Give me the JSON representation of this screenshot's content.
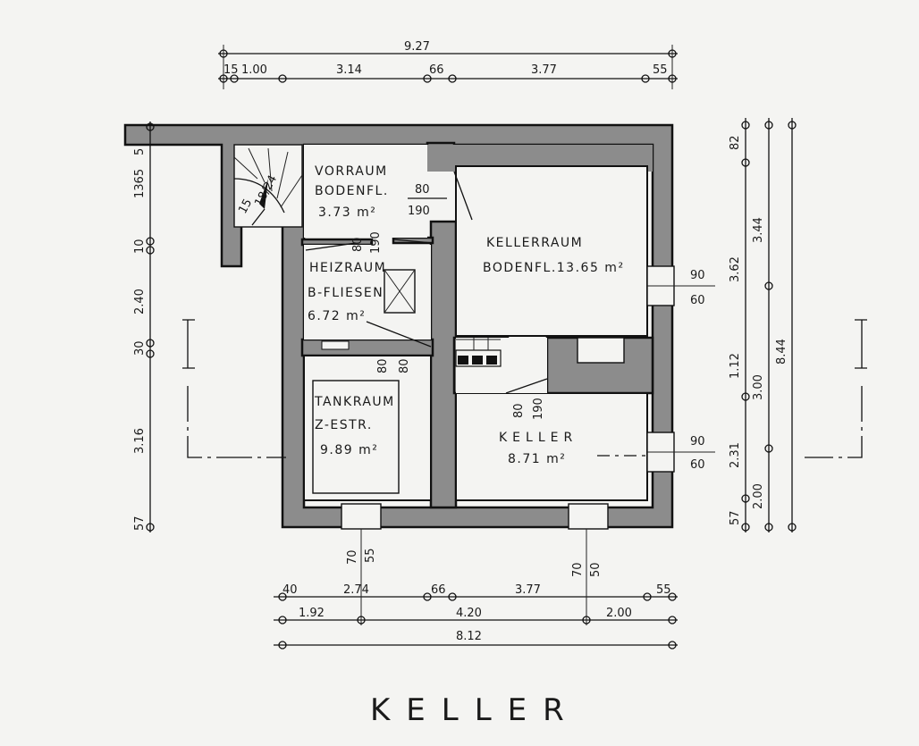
{
  "drawing": {
    "title": "KELLER",
    "rooms": {
      "vorraum": {
        "name": "VORRAUM",
        "floor": "BODENFL.",
        "area": "3.73 m²"
      },
      "kellerraum": {
        "name": "KELLERRAUM",
        "floor_area": "BODENFL.13.65 m²"
      },
      "heizraum": {
        "name": "HEIZRAUM",
        "floor": "B-FLIESEN",
        "area": "6.72 m²"
      },
      "tankraum": {
        "name": "TANKRAUM",
        "floor": "Z-ESTR.",
        "area": "9.89 m²"
      },
      "keller": {
        "name": "KELLER",
        "area": "8.71 m²"
      }
    },
    "stair": {
      "l1": "15",
      "l2": "18/24"
    },
    "door_marks": {
      "vorraum_width": "80",
      "vorraum_height": "190",
      "heiz_width": "80",
      "heiz_height": "190",
      "tank_width1": "80",
      "tank_width2": "80",
      "keller_width": "80",
      "keller_height": "190"
    },
    "top_dims": {
      "total": "9.27",
      "segments": [
        "15",
        "1.00",
        "3.14",
        "66",
        "3.77",
        "55"
      ]
    },
    "bottom_dims": {
      "row1": [
        "40",
        "2.74",
        "66",
        "3.77",
        "55"
      ],
      "row2": [
        "1.92",
        "4.20",
        "2.00"
      ],
      "total": "8.12",
      "window1": [
        "70",
        "55"
      ],
      "window2": [
        "70",
        "50"
      ]
    },
    "left_dims": [
      "1365",
      "5",
      "10",
      "2.40",
      "30",
      "3.16",
      "57"
    ],
    "right_dims": {
      "col1": [
        "82",
        "3.62",
        "1.12",
        "2.31",
        "57"
      ],
      "col2": [
        "3.44",
        "3.00",
        "2.00"
      ],
      "total": "8.44"
    },
    "window_marks": {
      "w1_width": "90",
      "w1_height": "60",
      "w2_width": "90",
      "w2_height": "60"
    }
  }
}
